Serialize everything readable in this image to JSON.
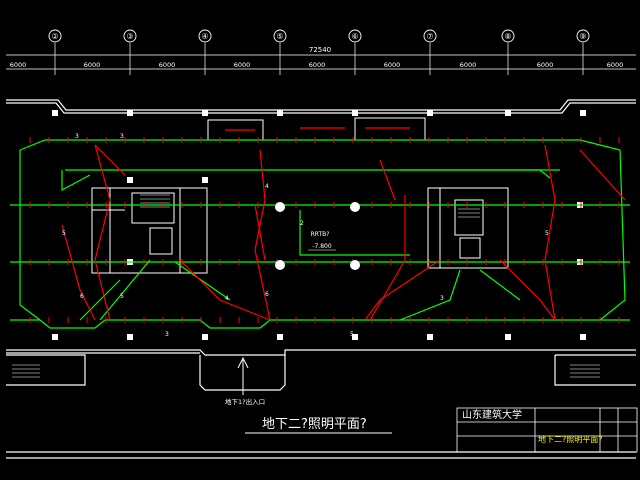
{
  "drawing": {
    "axis_labels": [
      "②",
      "③",
      "④",
      "⑤",
      "⑥",
      "⑦",
      "⑧",
      "⑨"
    ],
    "overall_dimension": "72540",
    "bay_dimensions": [
      "6000",
      "6000",
      "6000",
      "6000",
      "6000",
      "6000",
      "6000",
      "6000",
      "6000"
    ],
    "room_label": "RRTB?",
    "elevation_label": "-7.800",
    "entrance_label": "地下1?出入口",
    "title": "地下二?照明平面?",
    "title_block": {
      "institution": "山东建筑大学",
      "sheet_name": "地下二?照明平面?"
    },
    "circuit_numbers": [
      "3",
      "3",
      "4",
      "5",
      "6",
      "4",
      "5",
      "6",
      "2",
      "5",
      "3",
      "5",
      "3"
    ],
    "colors": {
      "background": "#000000",
      "wall": "#ffffff",
      "axis": "#ffffff",
      "green_circuit": "#00ff00",
      "red_circuit": "#ff0000",
      "title_text": "#ffffff",
      "title_block_text": "#ffff00"
    }
  }
}
